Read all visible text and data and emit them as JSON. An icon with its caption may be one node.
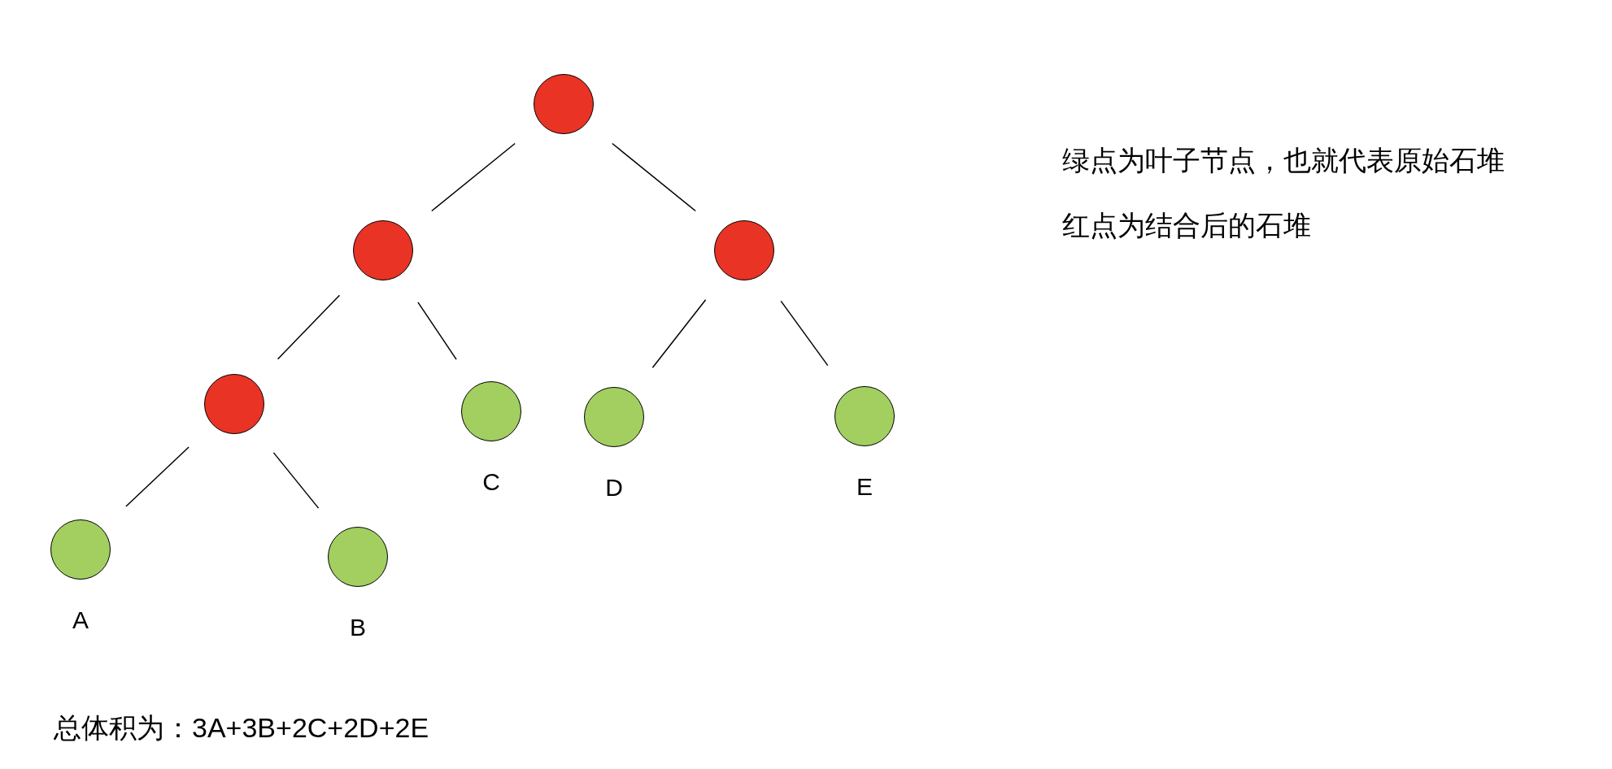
{
  "diagram": {
    "nodes": [
      {
        "text": [],
        "shape": "circle"
      },
      {
        "text": [],
        "shape": "circle"
      },
      {
        "text": [],
        "shape": "circle"
      },
      {
        "text": [],
        "shape": "circle"
      },
      {
        "text": [],
        "shape": "circle",
        "beside": [
          "C"
        ]
      },
      {
        "text": [],
        "shape": "circle",
        "beside": [
          "D"
        ]
      },
      {
        "text": [],
        "shape": "circle",
        "beside": [
          "E"
        ]
      },
      {
        "text": [],
        "shape": "circle",
        "beside": [
          "A"
        ]
      },
      {
        "text": [],
        "shape": "circle",
        "beside": [
          "B"
        ]
      }
    ],
    "edges": [
      {
        "from": 0,
        "to": 1,
        "arrow": "none"
      },
      {
        "from": 0,
        "to": 2,
        "arrow": "none"
      },
      {
        "from": 1,
        "to": 3,
        "arrow": "none"
      },
      {
        "from": 1,
        "to": 4,
        "arrow": "none"
      },
      {
        "from": 2,
        "to": 5,
        "arrow": "none"
      },
      {
        "from": 2,
        "to": 6,
        "arrow": "none"
      },
      {
        "from": 3,
        "to": 7,
        "arrow": "none"
      },
      {
        "from": 3,
        "to": 8,
        "arrow": "none"
      }
    ],
    "labels": [
      "绿点为叶子节点，也就代表原始石堆",
      "红点为结合后的石堆",
      "总体积为：3A+3B+2C+2D+2E"
    ]
  }
}
